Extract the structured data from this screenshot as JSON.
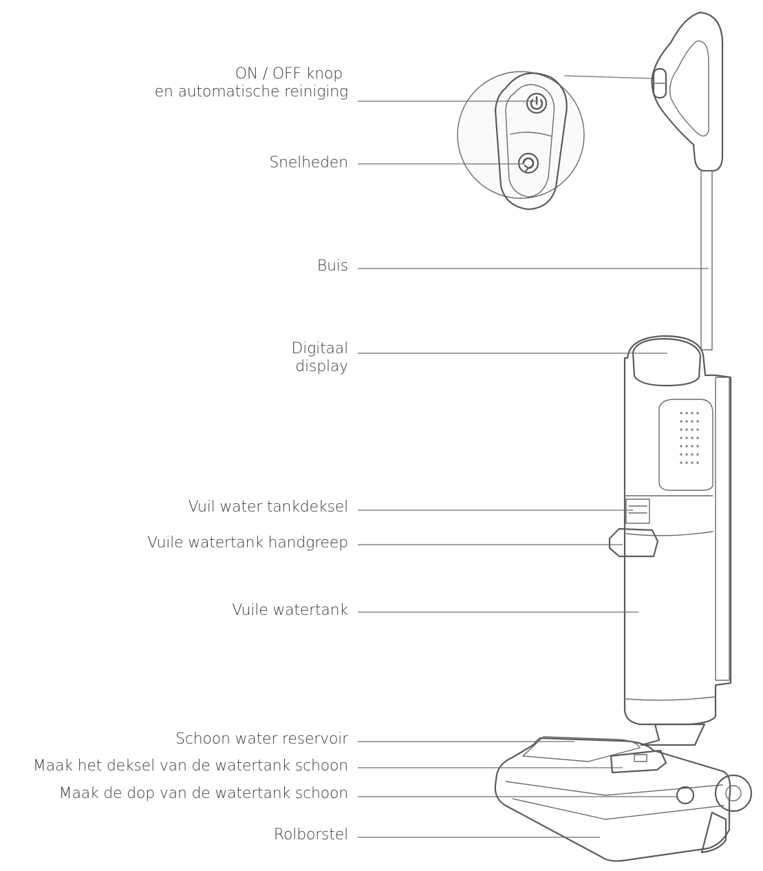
{
  "labels": {
    "on_off_line1": "ON / OFF knop",
    "on_off_line2": "en automatische reiniging",
    "speeds": "Snelheden",
    "tube": "Buis",
    "display_line1": "Digitaal",
    "display_line2": "display",
    "dirty_lid": "Vuil water tankdeksel",
    "dirty_handle": "Vuile watertank handgreep",
    "dirty_tank": "Vuile watertank",
    "clean_reservoir": "Schoon water reservoir",
    "clean_lid": "Maak het deksel van de watertank schoon",
    "clean_cap": "Maak de dop van de watertank schoon",
    "roller": "Rolborstel"
  },
  "icons": [
    "power-icon",
    "speed-icon"
  ],
  "colors": {
    "text": "#3a3a3a",
    "line": "#5a5a5a",
    "leader": "#6d6d6d",
    "background": "#ffffff"
  }
}
